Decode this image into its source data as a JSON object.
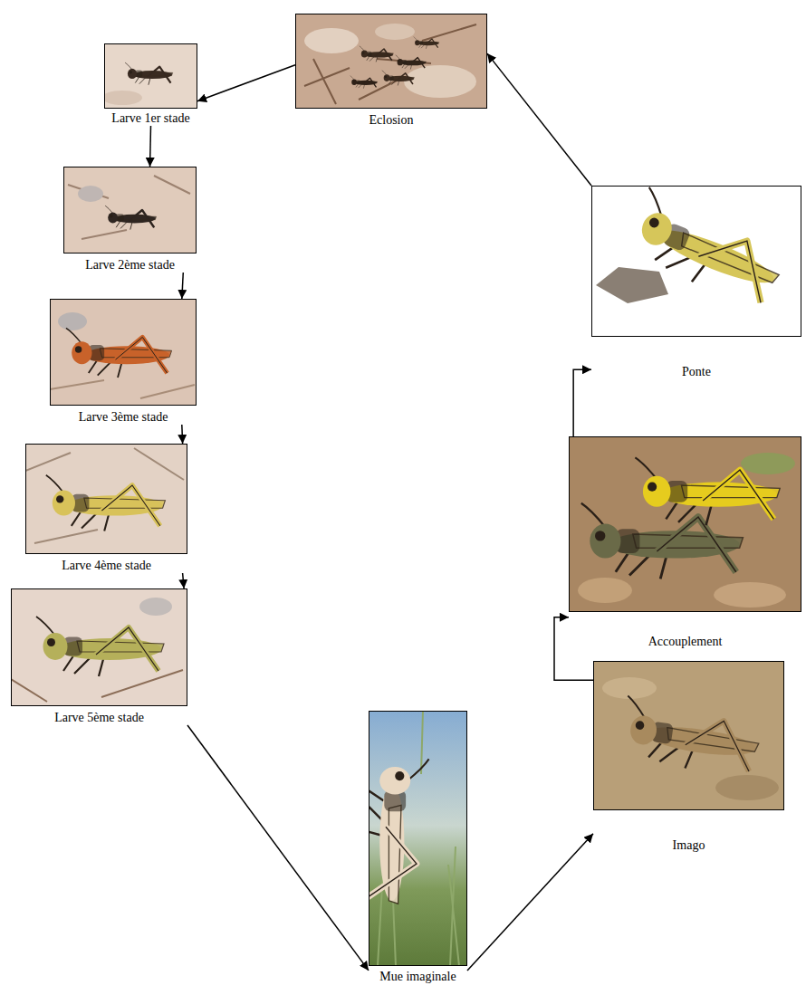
{
  "diagram": {
    "nodes": [
      {
        "text": [
          "Eclosion"
        ]
      },
      {
        "text": [
          "Larve 1er stade"
        ]
      },
      {
        "text": [
          "Larve 2ème stade"
        ]
      },
      {
        "text": [
          "Larve 3ème stade"
        ]
      },
      {
        "text": [
          "Larve 4ème stade"
        ]
      },
      {
        "text": [
          "Larve 5ème stade"
        ]
      },
      {
        "text": [
          "Mue imaginale"
        ]
      },
      {
        "text": [
          "Imago"
        ]
      },
      {
        "text": [
          "Accouplement"
        ]
      },
      {
        "text": [
          "Ponte"
        ]
      }
    ],
    "edges": [
      {
        "from": 0,
        "to": 1,
        "arrow": "to"
      },
      {
        "from": 1,
        "to": 2,
        "arrow": "to"
      },
      {
        "from": 2,
        "to": 3,
        "arrow": "to"
      },
      {
        "from": 3,
        "to": 4,
        "arrow": "to"
      },
      {
        "from": 4,
        "to": 5,
        "arrow": "to"
      },
      {
        "from": 5,
        "to": 6,
        "arrow": "to"
      },
      {
        "from": 6,
        "to": 7,
        "arrow": "to"
      },
      {
        "from": 7,
        "to": 8,
        "arrow": "to"
      },
      {
        "from": 8,
        "to": 9,
        "arrow": "to"
      },
      {
        "from": 9,
        "to": 0,
        "arrow": "to"
      }
    ]
  }
}
